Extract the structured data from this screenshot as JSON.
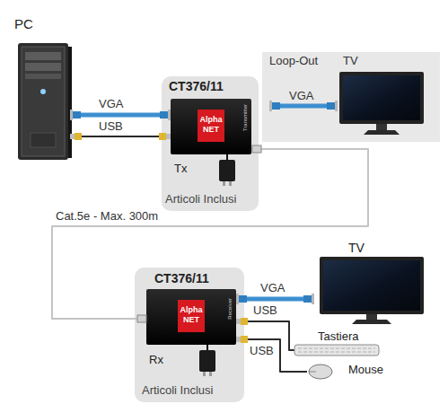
{
  "diagram": {
    "nodes": [
      {
        "text": [
          "PC"
        ]
      },
      {
        "text": [
          "CT376/11",
          "Tx",
          "Articoli Inclusi"
        ]
      },
      {
        "text": [
          "Alpha NET",
          "Transmitter"
        ],
        "in": 1
      },
      {
        "text": [
          "Loop-Out",
          "TV"
        ]
      },
      {
        "text": [
          "CT376/11",
          "Rx",
          "Articoli Inclusi"
        ]
      },
      {
        "text": [
          "Alpha NET",
          "Receiver"
        ],
        "in": 4
      },
      {
        "text": [
          "TV"
        ]
      },
      {
        "text": [
          "Tastiera"
        ]
      },
      {
        "text": [
          "Mouse"
        ]
      }
    ],
    "edges": [
      {
        "from": 0,
        "to": 2,
        "label": "VGA",
        "arrow": "none"
      },
      {
        "from": 0,
        "to": 2,
        "label": "USB",
        "arrow": "none"
      },
      {
        "from": 2,
        "to": 5,
        "label": "Cat.5e - Max. 300m",
        "arrow": "none"
      },
      {
        "from": 5,
        "to": 6,
        "label": "VGA",
        "arrow": "none"
      },
      {
        "from": 5,
        "to": 7,
        "label": "USB",
        "arrow": "none"
      },
      {
        "from": 5,
        "to": 8,
        "label": "USB",
        "arrow": "none"
      }
    ],
    "labels": [
      "VGA"
    ]
  }
}
